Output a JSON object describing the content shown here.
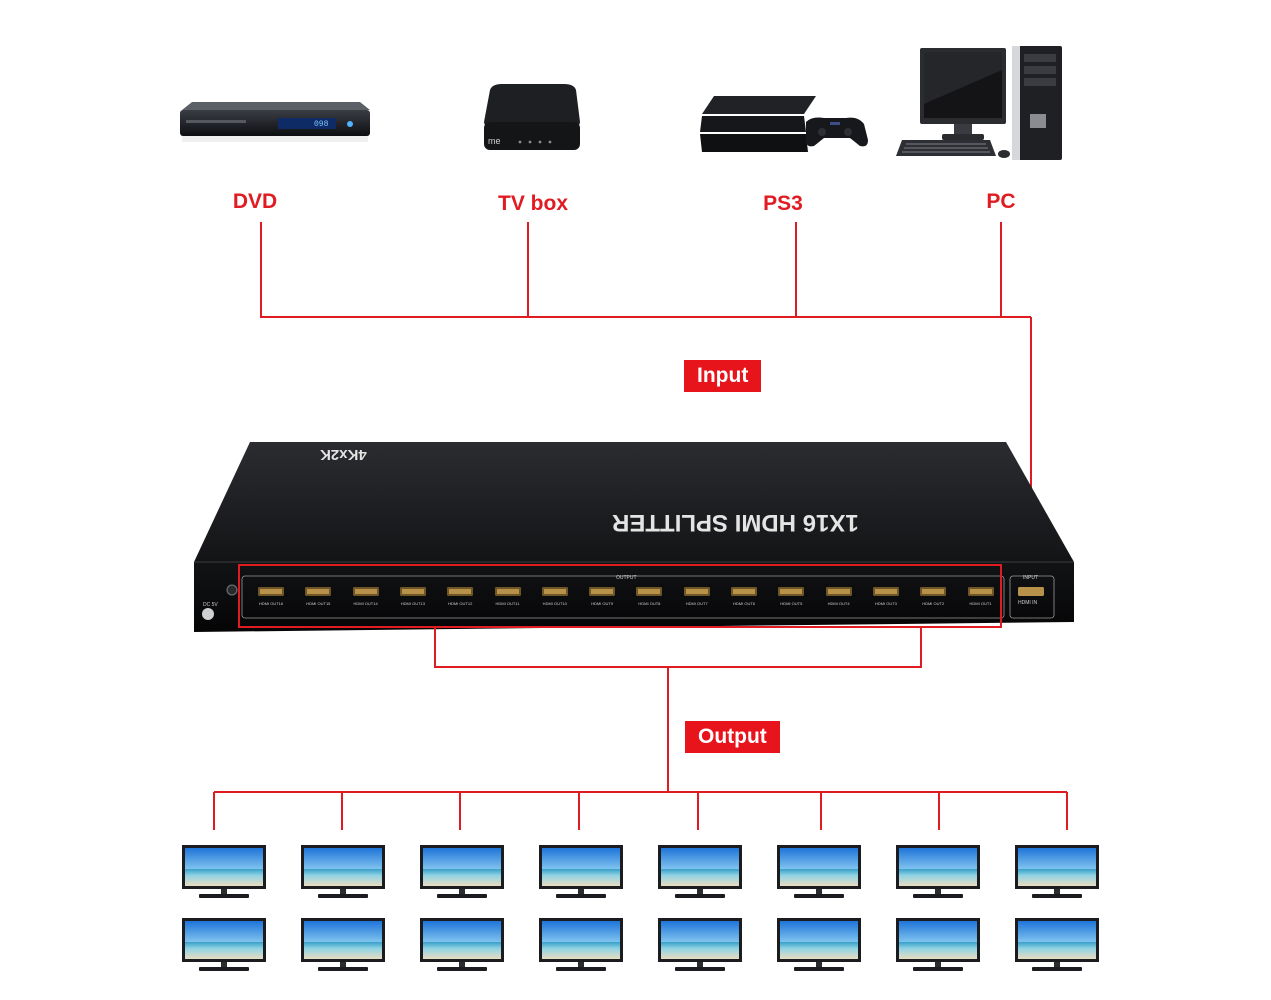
{
  "sources": [
    {
      "label": "DVD",
      "icon": "dvd-player-icon"
    },
    {
      "label": "TV box",
      "icon": "tv-box-icon"
    },
    {
      "label": "PS3",
      "icon": "game-console-icon"
    },
    {
      "label": "PC",
      "icon": "desktop-computer-icon"
    }
  ],
  "tags": {
    "input": "Input",
    "output": "Output"
  },
  "device": {
    "title": "1X16 HDMI SPLITTER",
    "resolution": "4Kx2K",
    "output_group_label": "OUTPUT",
    "input_group_label": "INPUT",
    "input_port_label": "HDMI IN",
    "power_label": "DC 5V",
    "output_ports": [
      "HDMI OUT16",
      "HDMI OUT15",
      "HDMI OUT14",
      "HDMI OUT13",
      "HDMI OUT12",
      "HDMI OUT11",
      "HDMI OUT10",
      "HDMI OUT9",
      "HDMI OUT8",
      "HDMI OUT7",
      "HDMI OUT6",
      "HDMI OUT5",
      "HDMI OUT4",
      "HDMI OUT3",
      "HDMI OUT2",
      "HDMI OUT1"
    ]
  },
  "dvd_display": "098",
  "colors": {
    "accent": "#e11b22",
    "tag_bg": "#e8141c",
    "device": "#1a1a1a"
  }
}
